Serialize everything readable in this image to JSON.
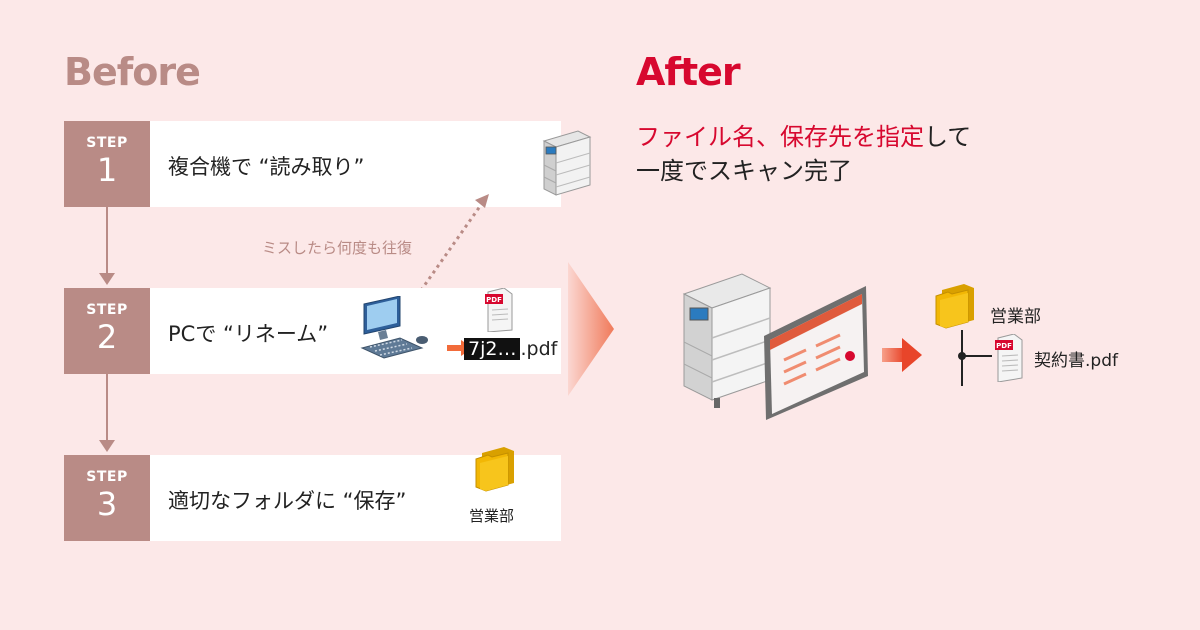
{
  "before": {
    "title": "Before",
    "steps": [
      {
        "label": "STEP",
        "number": "1",
        "text": "複合機で “読み取り”"
      },
      {
        "label": "STEP",
        "number": "2",
        "text": "PCで “リネーム”"
      },
      {
        "label": "STEP",
        "number": "3",
        "text": "適切なフォルダに “保存”"
      }
    ],
    "miss_note": "ミスしたら何度も往復",
    "filename_masked": "7j2…",
    "filename_ext": ".pdf",
    "folder_label": "営業部"
  },
  "after": {
    "title": "After",
    "desc_highlight": "ファイル名、保存先を指定",
    "desc_rest_line1": "して",
    "desc_line2": "一度でスキャン完了",
    "folder_label": "営業部",
    "file_label": "契約書.pdf"
  },
  "icons": {
    "pdf_badge": "PDF",
    "copier": "copier-icon",
    "pc": "pc-icon",
    "folder": "folder-icon",
    "tablet": "tablet-icon"
  },
  "colors": {
    "background": "#fce8e8",
    "step_badge": "#b98b86",
    "after_accent": "#d7082f",
    "arrow_orange": "#f26b3a",
    "folder_yellow": "#f2b705"
  }
}
